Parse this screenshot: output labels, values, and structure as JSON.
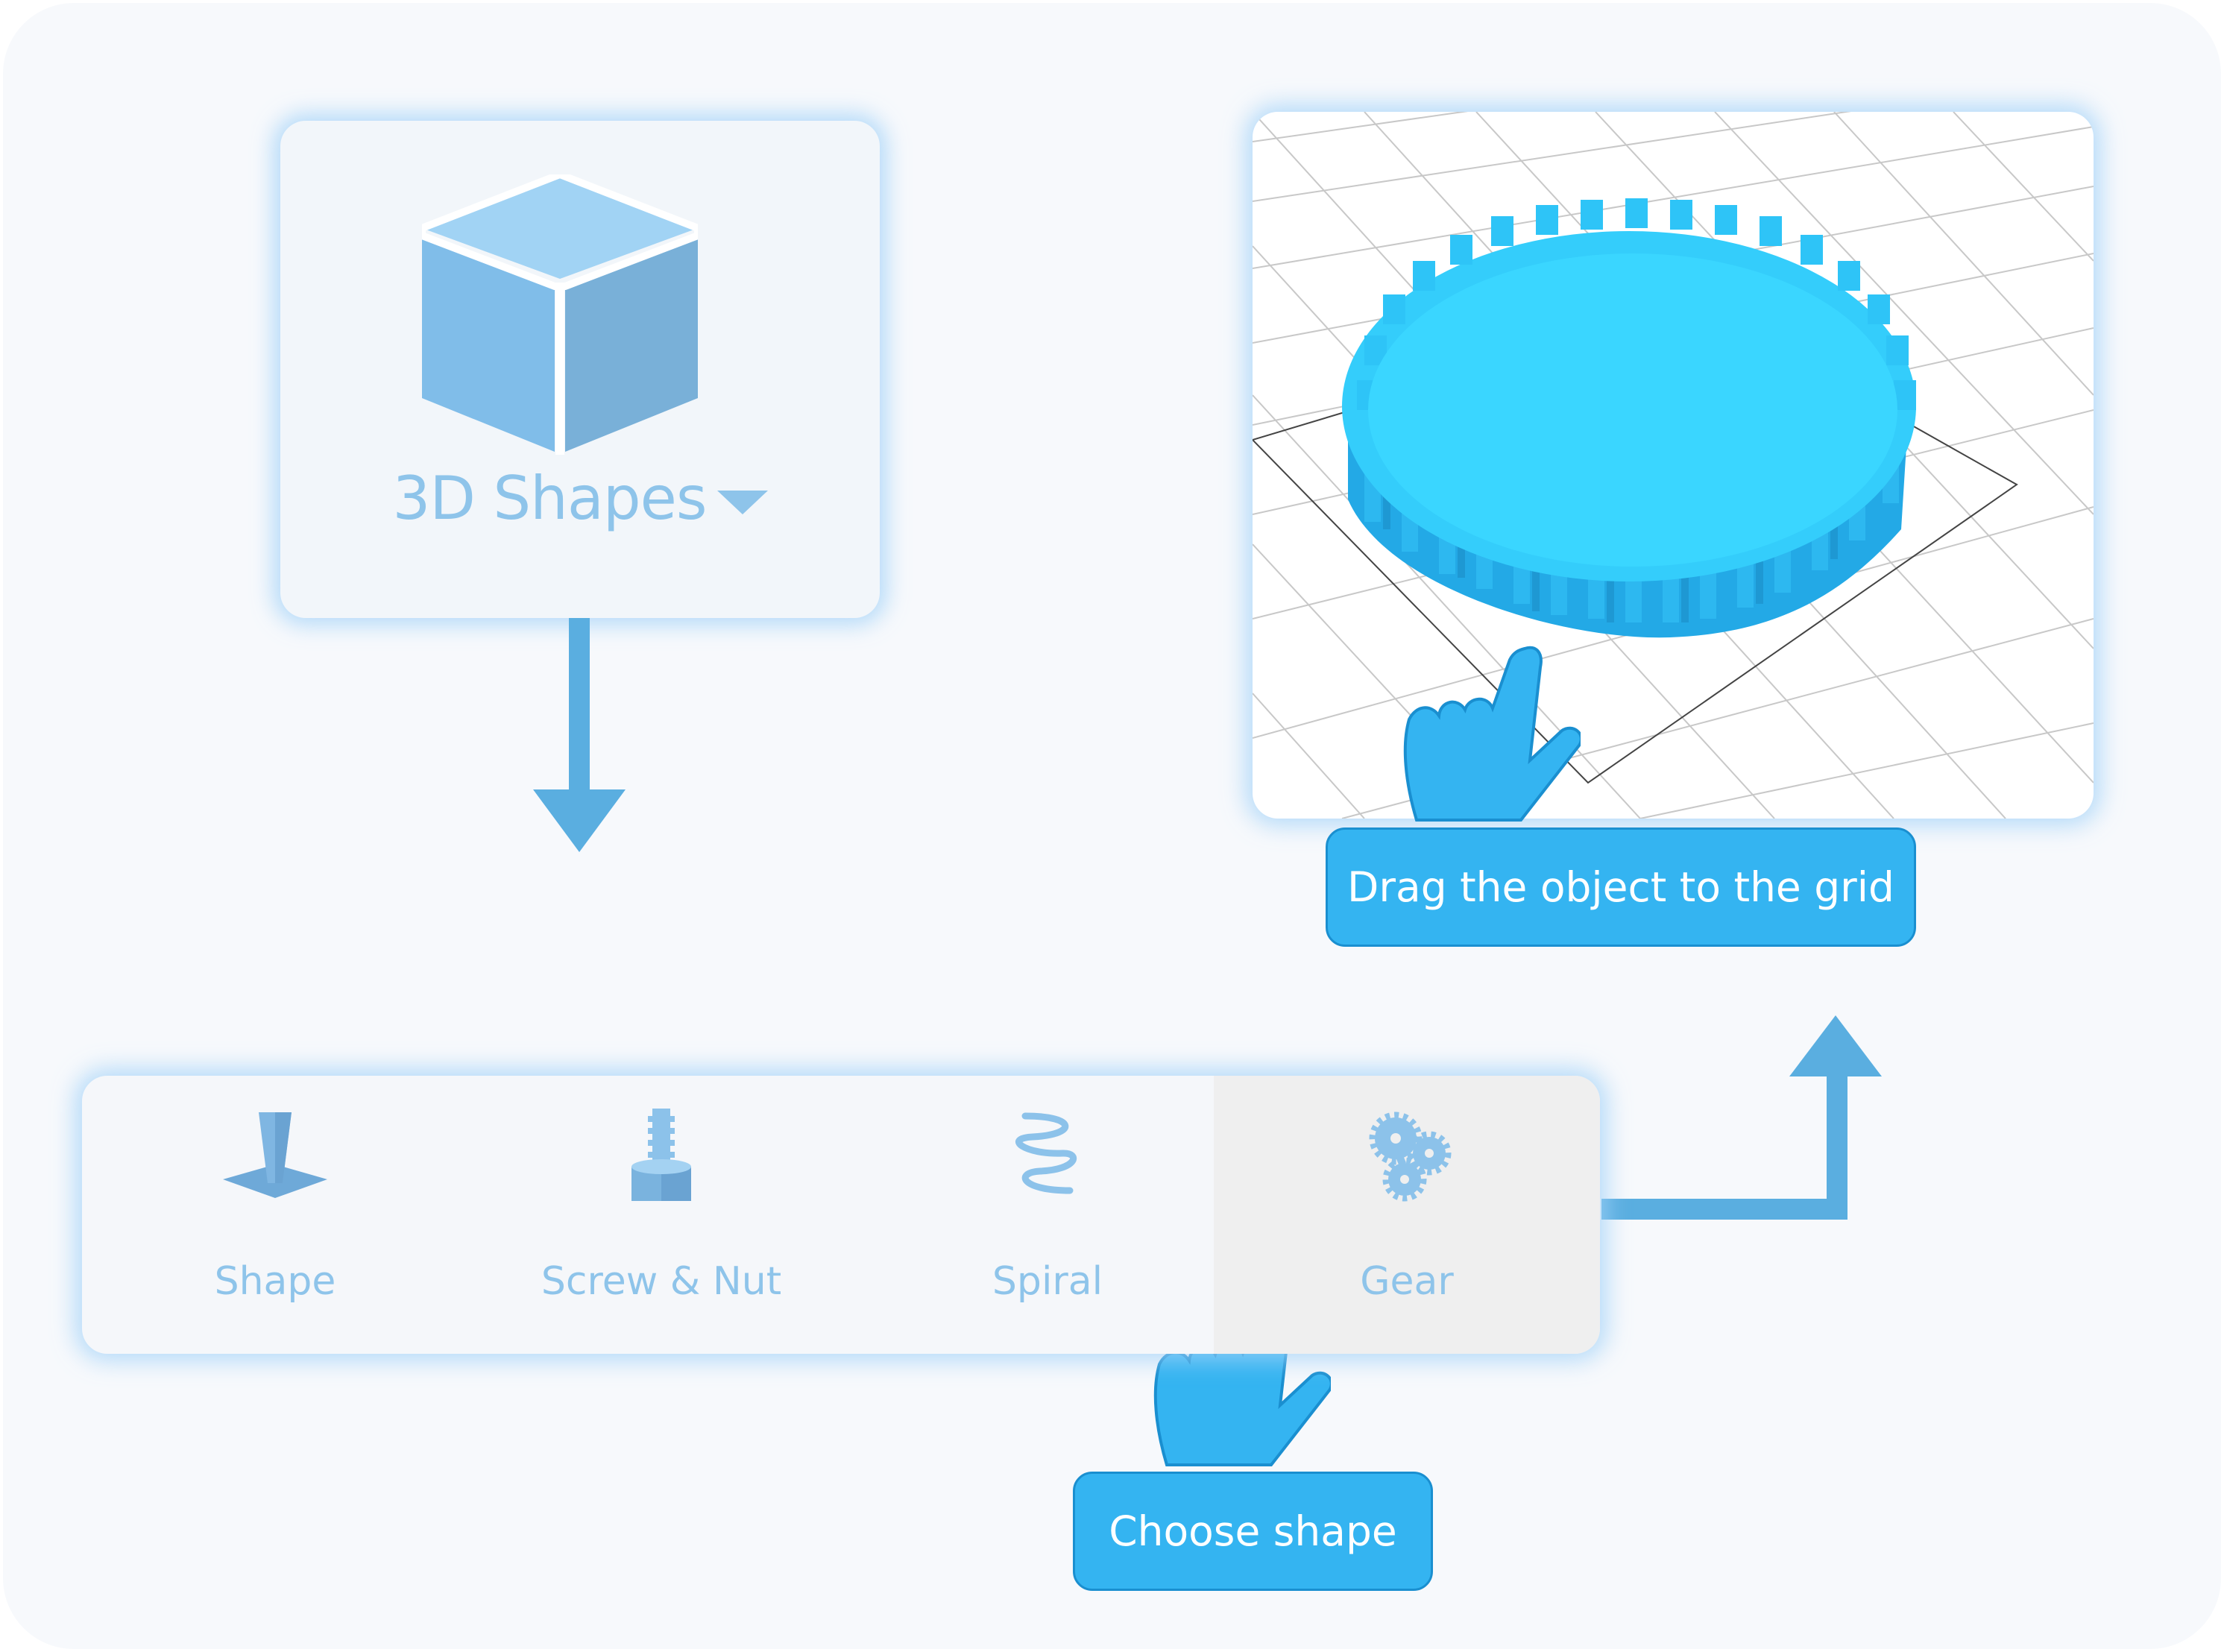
{
  "shapes_menu": {
    "label": "3D Shapes",
    "icon": "cube-icon",
    "caret_icon": "caret-down-icon"
  },
  "toolbar": {
    "items": [
      {
        "label": "Shape",
        "icon": "shape-icon",
        "selected": false
      },
      {
        "label": "Screw & Nut",
        "icon": "screw-nut-icon",
        "selected": false
      },
      {
        "label": "Spiral",
        "icon": "spiral-icon",
        "selected": false
      },
      {
        "label": "Gear",
        "icon": "gear-icon",
        "selected": true
      }
    ]
  },
  "callouts": {
    "drag": "Drag the object to the grid",
    "choose": "Choose shape"
  },
  "colors": {
    "accent": "#34b4f1",
    "arrow": "#5aaee0",
    "gear": "#39d4ff",
    "label": "#8ec4ea"
  }
}
